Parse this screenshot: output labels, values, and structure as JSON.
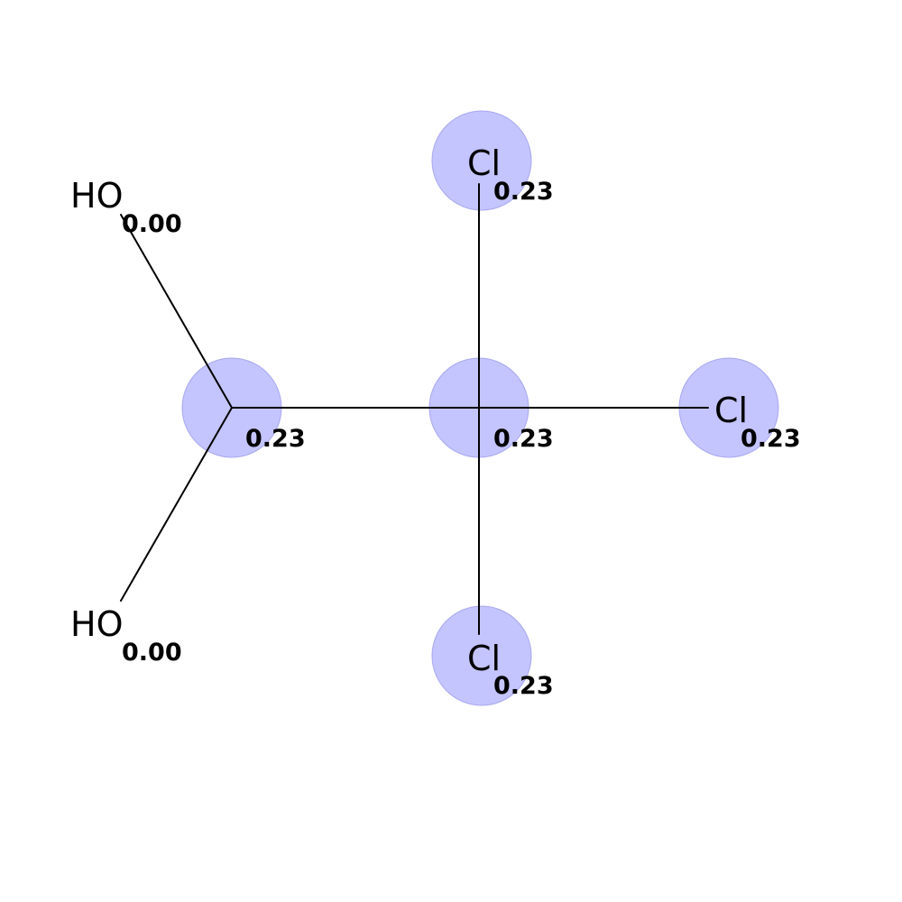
{
  "molecule": {
    "atoms": [
      {
        "id": "c1",
        "element": "C",
        "label": "",
        "score": "0.23",
        "highlight": true
      },
      {
        "id": "c2",
        "element": "C",
        "label": "",
        "score": "0.23",
        "highlight": true
      },
      {
        "id": "cl1",
        "element": "Cl",
        "label": "Cl",
        "score": "0.23",
        "highlight": true
      },
      {
        "id": "cl2",
        "element": "Cl",
        "label": "Cl",
        "score": "0.23",
        "highlight": true
      },
      {
        "id": "cl3",
        "element": "Cl",
        "label": "Cl",
        "score": "0.23",
        "highlight": true
      },
      {
        "id": "o1",
        "element": "O",
        "label": "HO",
        "score": "0.00",
        "highlight": false
      },
      {
        "id": "o2",
        "element": "O",
        "label": "HO",
        "score": "0.00",
        "highlight": false
      }
    ],
    "bonds": [
      {
        "from": "c1",
        "to": "o1",
        "order": 1
      },
      {
        "from": "c1",
        "to": "o2",
        "order": 1
      },
      {
        "from": "c1",
        "to": "c2",
        "order": 1
      },
      {
        "from": "c2",
        "to": "cl1",
        "order": 1
      },
      {
        "from": "c2",
        "to": "cl2",
        "order": 1
      },
      {
        "from": "c2",
        "to": "cl3",
        "order": 1
      }
    ],
    "highlight_color": "#c4c4ff"
  }
}
